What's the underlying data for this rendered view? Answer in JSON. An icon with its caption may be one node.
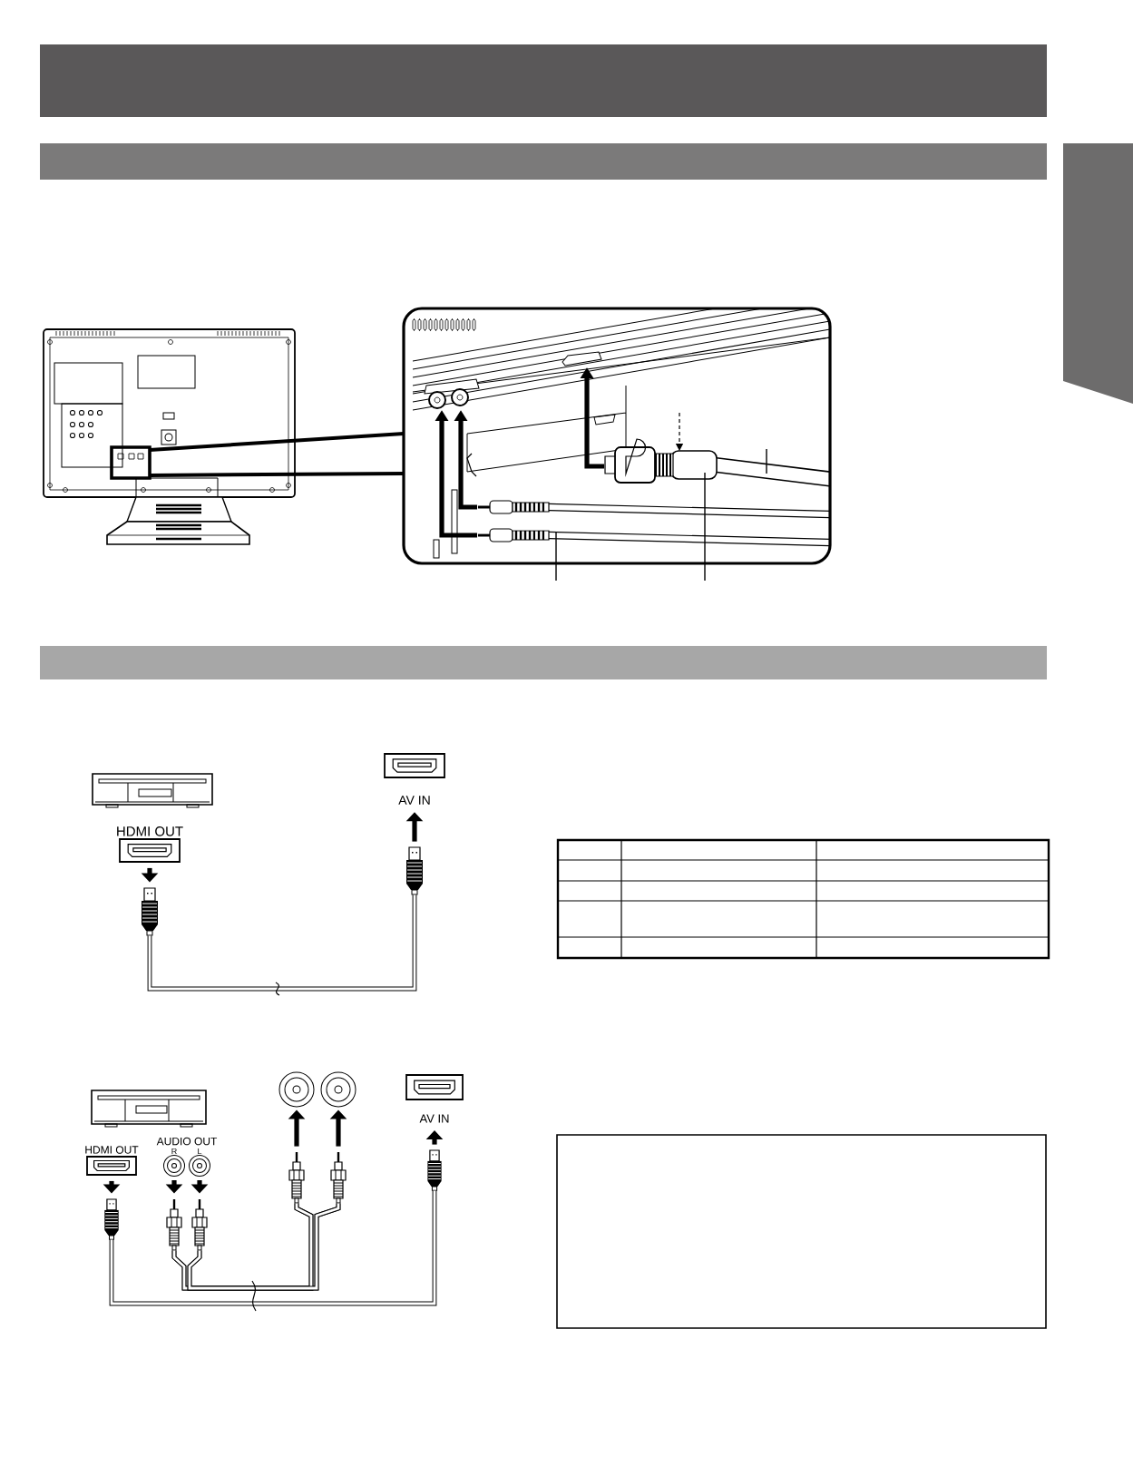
{
  "diagram": {
    "nodes": [
      {
        "text": [],
        "shape": "bar"
      },
      {
        "text": [],
        "shape": "bar"
      },
      {
        "text": [],
        "shape": "tab"
      },
      {
        "text": [],
        "shape": "bar"
      },
      {
        "text": [
          "HDMI OUT"
        ]
      },
      {
        "text": [],
        "shape": "plug"
      },
      {
        "text": [
          "AV IN"
        ]
      },
      {
        "text": [],
        "shape": "plug"
      },
      {
        "text": [
          "HDMI OUT"
        ]
      },
      {
        "text": [],
        "shape": "circle"
      },
      {
        "text": [],
        "shape": "circle"
      },
      {
        "text": [],
        "shape": "circle"
      },
      {
        "text": [],
        "shape": "circle"
      },
      {
        "text": [
          "AV IN"
        ]
      },
      {
        "text": [],
        "shape": "plug"
      },
      {
        "text": [],
        "shape": "plug"
      },
      {
        "text": [],
        "shape": "plug"
      },
      {
        "text": [],
        "shape": "plug"
      },
      {
        "text": [],
        "shape": "plug"
      },
      {
        "text": [],
        "shape": "plug"
      },
      {
        "text": [],
        "shape": "box"
      }
    ],
    "edges": [
      {
        "from": 4,
        "to": 5,
        "arrow": "to"
      },
      {
        "from": 7,
        "to": 6,
        "arrow": "to"
      },
      {
        "from": 5,
        "to": 7,
        "arrow": "none"
      },
      {
        "from": 8,
        "to": 14,
        "arrow": "to"
      },
      {
        "from": 9,
        "to": 15,
        "arrow": "to"
      },
      {
        "from": 10,
        "to": 16,
        "arrow": "to"
      },
      {
        "from": 17,
        "to": 11,
        "arrow": "to"
      },
      {
        "from": 18,
        "to": 12,
        "arrow": "to"
      },
      {
        "from": 19,
        "to": 13,
        "arrow": "to"
      },
      {
        "from": 14,
        "to": 19,
        "arrow": "none"
      },
      {
        "from": 15,
        "to": 17,
        "arrow": "none"
      },
      {
        "from": 15,
        "to": 18,
        "arrow": "none"
      },
      {
        "from": 16,
        "to": 17,
        "arrow": "none"
      },
      {
        "from": 16,
        "to": 18,
        "arrow": "none"
      }
    ],
    "labels": [
      "AUDIO OUT",
      "R",
      "L"
    ]
  }
}
